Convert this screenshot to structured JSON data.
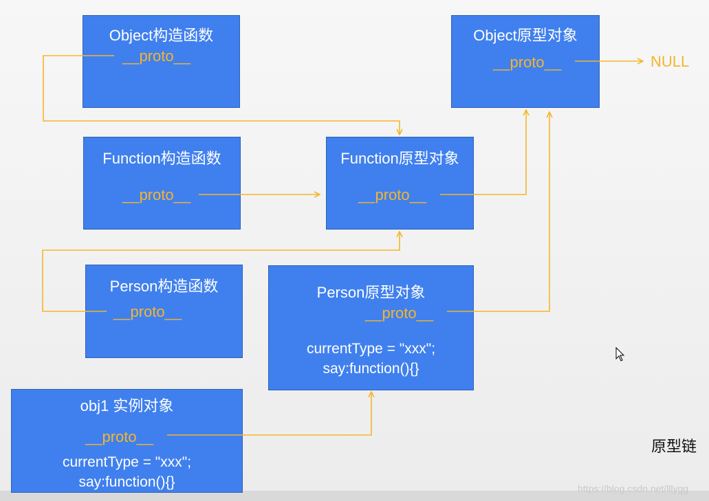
{
  "boxes": {
    "object_ctor": {
      "title": "Object构造函数",
      "proto": "__proto__"
    },
    "object_proto": {
      "title": "Object原型对象",
      "proto": "__proto__"
    },
    "function_ctor": {
      "title": "Function构造函数",
      "proto": "__proto__"
    },
    "function_proto": {
      "title": "Function原型对象",
      "proto": "__proto__"
    },
    "person_ctor": {
      "title": "Person构造函数",
      "proto": "__proto__"
    },
    "person_proto": {
      "title": "Person原型对象",
      "proto": "__proto__",
      "line1": "currentType = \"xxx\";",
      "line2": "say:function(){}"
    },
    "obj1": {
      "title": "obj1 实例对象",
      "proto": "__proto__",
      "line1": "currentType = \"xxx\";",
      "line2": "say:function(){}"
    }
  },
  "null_label": "NULL",
  "caption": "原型链",
  "watermark": "https://blog.csdn.net/lllygg",
  "colors": {
    "box": "#4080ee",
    "arrow": "#f6b52b",
    "text": "#ffffff"
  }
}
